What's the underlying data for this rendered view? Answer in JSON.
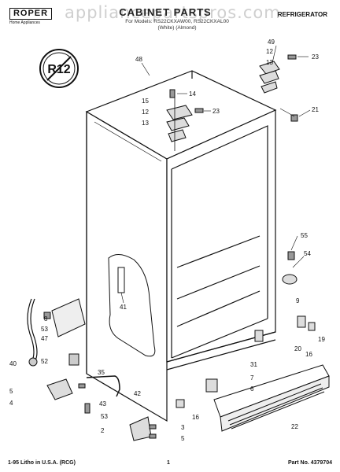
{
  "header": {
    "brand": "ROPER",
    "brand_sub": "Home Appliances",
    "watermark": "appliancepartspros.com",
    "title": "CABINET PARTS",
    "model_line1": "For Models: RS22CKXAW00, RS22CKXAL00",
    "model_line2": "(White)          (Almond)",
    "category": "REFRIGERATOR"
  },
  "badge": {
    "text": "R12"
  },
  "callouts": [
    "48",
    "49",
    "12",
    "13",
    "23",
    "14",
    "15",
    "12",
    "23",
    "13",
    "21",
    "55",
    "54",
    "41",
    "53",
    "9",
    "47",
    "52",
    "8",
    "35",
    "20",
    "16",
    "19",
    "40",
    "7",
    "5",
    "6",
    "4",
    "42",
    "43",
    "31",
    "53",
    "16",
    "2",
    "3",
    "5",
    "22"
  ],
  "footer": {
    "left": "1-95 Litho in U.S.A. (RCG)",
    "page": "1",
    "part_no": "Part No. 4379704"
  }
}
